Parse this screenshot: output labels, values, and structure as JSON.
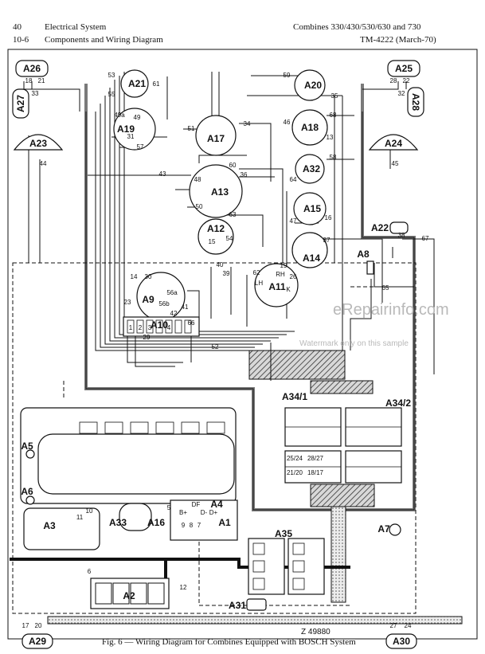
{
  "header": {
    "page_number": "40",
    "section_number": "10-6",
    "section_title": "Electrical System",
    "subsection_title": "Components and Wiring Diagram",
    "models": "Combines 330/430/530/630 and 730",
    "tm_code": "TM-4222 (March-70)"
  },
  "watermark": {
    "site": "eRepairinfo.com",
    "note": "Watermark only on this sample"
  },
  "figure": {
    "caption": "Fig. 6 — Wiring Diagram for Combines Equipped with BOSCH System",
    "reference": "Z 49880"
  },
  "components": {
    "a26": "A26",
    "a25": "A25",
    "a27": "A27",
    "a28": "A28",
    "a23": "A23",
    "a24": "A24",
    "a21": "A21",
    "a19": "A19",
    "a20": "A20",
    "a17": "A17",
    "a18": "A18",
    "a32": "A32",
    "a13": "A13",
    "a15": "A15",
    "a14": "A14",
    "a12": "A12",
    "a22": "A22",
    "a8": "A8",
    "a11": "A11",
    "a9": "A9",
    "a10": "A10",
    "a34_1": "A34/1",
    "a34_2": "A34/2",
    "a5": "A5",
    "a6": "A6",
    "a3": "A3",
    "a33": "A33",
    "a16": "A16",
    "a4": "A4",
    "a1": "A1",
    "a7": "A7",
    "a35": "A35",
    "a2": "A2",
    "a31": "A31",
    "a29": "A29",
    "a30": "A30"
  },
  "terminals": {
    "t1": "18",
    "t2": "21",
    "t3": "28",
    "t4": "22",
    "t5": "33",
    "t6": "32",
    "t7": "44",
    "t8": "45",
    "t9": "53",
    "t10": "55",
    "t11": "61",
    "t12": "59",
    "t13": "35",
    "t14": "49a",
    "t15": "49",
    "t16": "31",
    "t17": "57",
    "t18": "51",
    "t19": "34",
    "t20": "46",
    "t21": "68",
    "t22": "13",
    "t23": "58",
    "t24": "60",
    "t25": "36",
    "t26": "43",
    "t27": "48",
    "t28": "50",
    "t29": "64",
    "t30": "47",
    "t31": "16",
    "t32": "63",
    "t33": "37",
    "t34": "15",
    "t35": "54",
    "t36": "40",
    "t37": "39",
    "t38": "62",
    "t39": "19",
    "t40": "26",
    "t41": "14",
    "t42": "56a",
    "t43": "56b",
    "t44": "23",
    "t45": "42",
    "t46": "41",
    "t47": "66",
    "t48": "29",
    "t49": "52",
    "t50": "65",
    "t51": "67",
    "t52": "38",
    "t53": "RH",
    "t54": "LH",
    "t55": "K",
    "t56": "30",
    "t57": "25/24",
    "t58": "28/27",
    "t59": "21/20",
    "t60": "18/17",
    "t61": "11",
    "t62": "10",
    "t63": "12",
    "t64": "DF",
    "t65": "D-",
    "t66": "D+",
    "t67": "B+",
    "t68": "9",
    "t69": "8",
    "t70": "7",
    "t71": "6",
    "t72": "5",
    "t73": "17",
    "t74": "20",
    "t75": "27",
    "t76": "24",
    "t77": "1",
    "t78": "2",
    "t79": "3",
    "t80": "4"
  },
  "colors": {
    "ink": "#111111",
    "harness": "#7a7a7a"
  }
}
